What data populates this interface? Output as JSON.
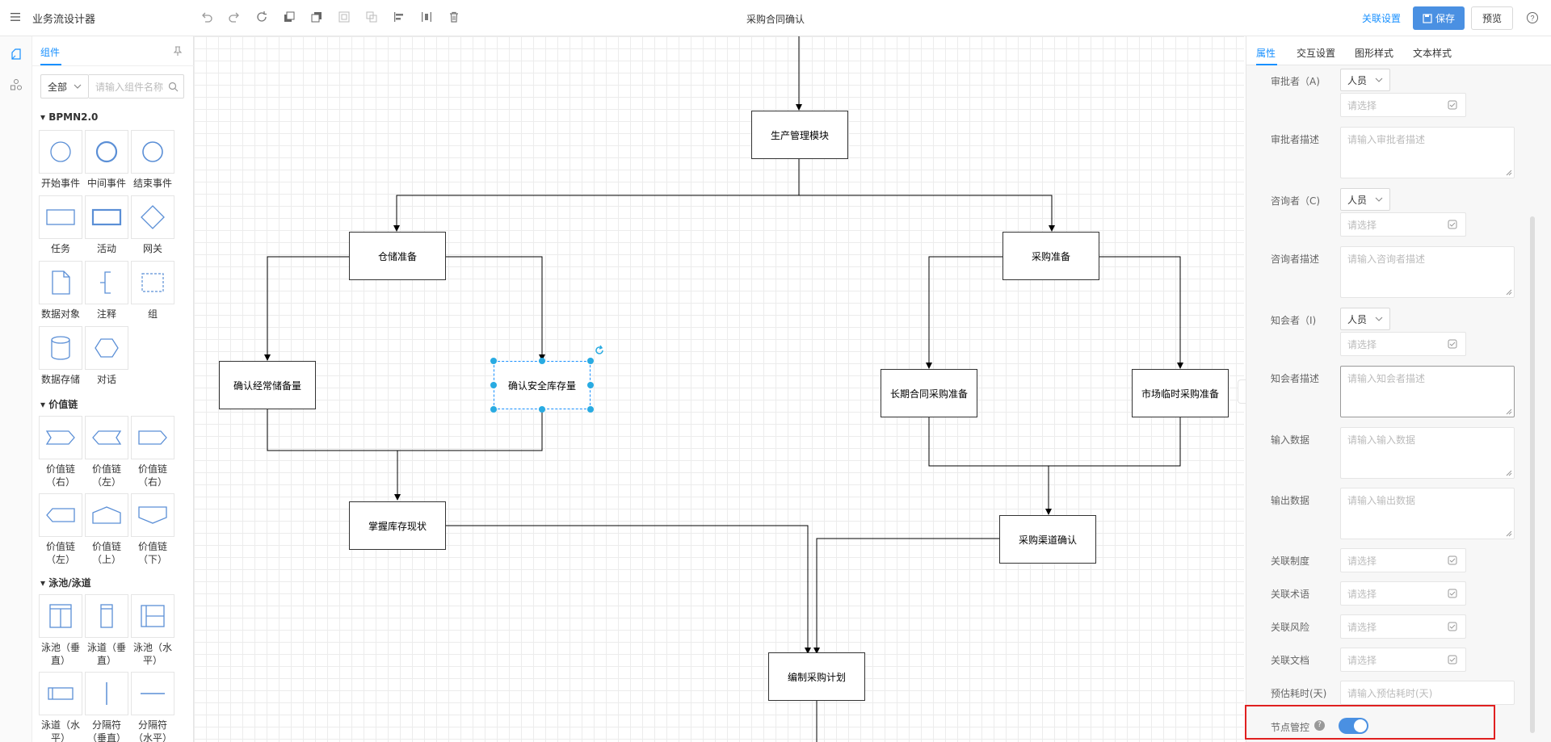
{
  "app": {
    "title": "业务流设计器",
    "doc_title": "采购合同确认"
  },
  "header": {
    "link": "关联设置",
    "save": "保存",
    "preview": "预览"
  },
  "panel": {
    "tab": "组件",
    "filter": {
      "value": "全部",
      "placeholder": "请输入组件名称"
    },
    "sections": [
      {
        "title": "BPMN2.0",
        "items": [
          "开始事件",
          "中间事件",
          "结束事件",
          "任务",
          "活动",
          "网关",
          "数据对象",
          "注释",
          "组",
          "数据存储",
          "对话"
        ]
      },
      {
        "title": "价值链",
        "items": [
          "价值链（右）",
          "价值链（左）",
          "价值链（右）",
          "价值链（左）",
          "价值链（上）",
          "价值链（下）"
        ]
      },
      {
        "title": "泳池/泳道",
        "items": [
          "泳池（垂直）",
          "泳道（垂直）",
          "泳池（水平）",
          "泳道（水平）",
          "分隔符（垂直）",
          "分隔符（水平）"
        ]
      }
    ]
  },
  "nodes": {
    "production": "生产管理模块",
    "warehouse": "仓储准备",
    "purchase": "采购准备",
    "regular_stock": "确认经常储备量",
    "safety_stock": "确认安全库存量",
    "long_term": "长期合同采购准备",
    "market_temp": "市场临时采购准备",
    "inventory": "掌握库存现状",
    "channel": "采购渠道确认",
    "plan": "编制采购计划"
  },
  "props": {
    "tabs": [
      "属性",
      "交互设置",
      "图形样式",
      "文本样式"
    ],
    "approver": {
      "label": "审批者（A)",
      "role": "人员",
      "placeholder": "请选择"
    },
    "approver_desc": {
      "label": "审批者描述",
      "placeholder": "请输入审批者描述"
    },
    "consultant": {
      "label": "咨询者（C)",
      "role": "人员",
      "placeholder": "请选择"
    },
    "consultant_desc": {
      "label": "咨询者描述",
      "placeholder": "请输入咨询者描述"
    },
    "informed": {
      "label": "知会者（I)",
      "role": "人员",
      "placeholder": "请选择"
    },
    "informed_desc": {
      "label": "知会者描述",
      "placeholder": "请输入知会者描述"
    },
    "input_data": {
      "label": "输入数据",
      "placeholder": "请输入输入数据"
    },
    "output_data": {
      "label": "输出数据",
      "placeholder": "请输入输出数据"
    },
    "system": {
      "label": "关联制度",
      "placeholder": "请选择"
    },
    "terms": {
      "label": "关联术语",
      "placeholder": "请选择"
    },
    "risks": {
      "label": "关联风险",
      "placeholder": "请选择"
    },
    "docs": {
      "label": "关联文档",
      "placeholder": "请选择"
    },
    "duration": {
      "label": "预估耗时(天)",
      "placeholder": "请输入预估耗时(天)"
    },
    "node_control": {
      "label": "节点管控",
      "enabled": true
    }
  },
  "colors": {
    "accent": "#1890ff",
    "save_button": "#4a90e2",
    "selection": "#29abe2",
    "highlight": "#e02020"
  }
}
